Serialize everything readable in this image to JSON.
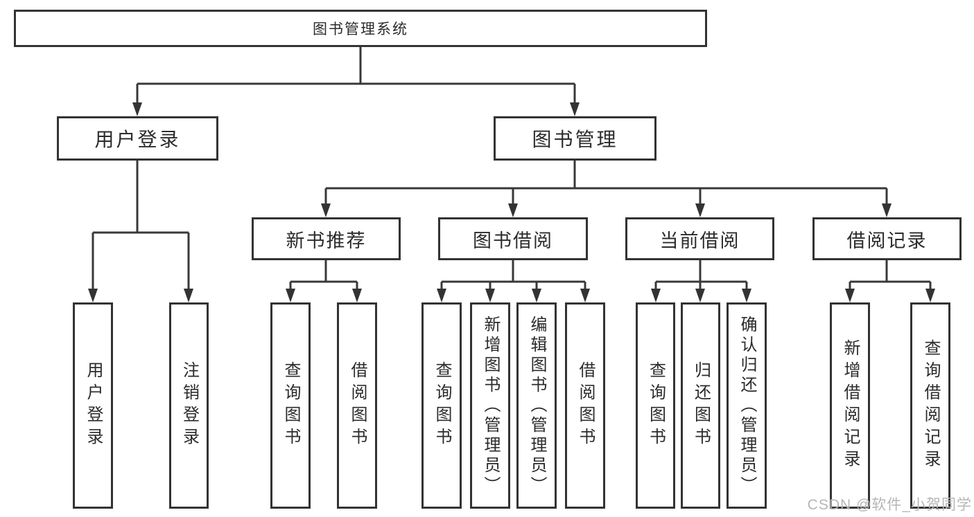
{
  "diagram_title": "图书管理系统",
  "nodes": {
    "root": {
      "label": "图书管理系统"
    },
    "level2": [
      {
        "label": "用户登录",
        "parent": "图书管理系统"
      },
      {
        "label": "图书管理",
        "parent": "图书管理系统"
      }
    ],
    "level3": [
      {
        "label": "新书推荐",
        "parent": "图书管理"
      },
      {
        "label": "图书借阅",
        "parent": "图书管理"
      },
      {
        "label": "当前借阅",
        "parent": "图书管理"
      },
      {
        "label": "借阅记录",
        "parent": "图书管理"
      }
    ],
    "leaves": [
      {
        "label": "用户登录",
        "parent": "用户登录"
      },
      {
        "label": "注销登录",
        "parent": "用户登录"
      },
      {
        "label": "查询图书",
        "parent": "新书推荐"
      },
      {
        "label": "借阅图书",
        "parent": "新书推荐"
      },
      {
        "label": "查询图书",
        "parent": "图书借阅"
      },
      {
        "label": "新增图书（管理员）",
        "parent": "图书借阅"
      },
      {
        "label": "编辑图书（管理员）",
        "parent": "图书借阅"
      },
      {
        "label": "借阅图书",
        "parent": "图书借阅"
      },
      {
        "label": "查询图书",
        "parent": "当前借阅"
      },
      {
        "label": "归还图书",
        "parent": "当前借阅"
      },
      {
        "label": "确认归还（管理员）",
        "parent": "当前借阅"
      },
      {
        "label": "新增借阅记录",
        "parent": "借阅记录"
      },
      {
        "label": "查询借阅记录",
        "parent": "借阅记录"
      }
    ]
  },
  "watermark": {
    "text": "CSDN @软件_小贺同学",
    "color": "#b6b6b6"
  },
  "colors": {
    "background": "#ffffff",
    "line": "#383838",
    "box_border": "#333333",
    "text": "#2b2b2b"
  }
}
